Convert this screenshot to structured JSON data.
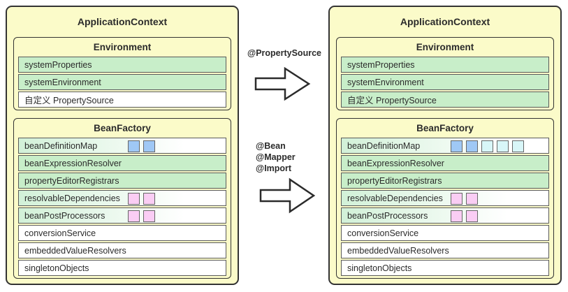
{
  "colors": {
    "panel_bg": "#FBFBC9",
    "box_border": "#333333",
    "row_green": "#C8EEC9",
    "row_gradient_from": "#D2F1D8",
    "chip_blue": "#9FC8F5",
    "chip_cyan": "#D8F6F8",
    "chip_pink": "#FACDF4",
    "text": "#2B2B2B"
  },
  "arrows": [
    {
      "label_lines": [
        "@PropertySource"
      ]
    },
    {
      "label_lines": [
        "@Bean",
        "@Mapper",
        "@Import"
      ]
    }
  ],
  "panels": [
    {
      "title": "ApplicationContext",
      "environment": {
        "title": "Environment",
        "rows": [
          {
            "label": "systemProperties",
            "type": "green",
            "chips": []
          },
          {
            "label": "systemEnvironment",
            "type": "green",
            "chips": []
          },
          {
            "label": "自定义 PropertySource",
            "type": "white",
            "chips": []
          }
        ]
      },
      "beanfactory": {
        "title": "BeanFactory",
        "rows": [
          {
            "label": "beanDefinitionMap",
            "type": "gradient",
            "chips": [
              "blue",
              "blue"
            ]
          },
          {
            "label": "beanExpressionResolver",
            "type": "green",
            "chips": []
          },
          {
            "label": "propertyEditorRegistrars",
            "type": "green",
            "chips": []
          },
          {
            "label": "resolvableDependencies",
            "type": "gradient",
            "chips": [
              "pink",
              "pink"
            ]
          },
          {
            "label": "beanPostProcessors",
            "type": "gradient",
            "chips": [
              "pink",
              "pink"
            ]
          },
          {
            "label": "conversionService",
            "type": "white",
            "chips": []
          },
          {
            "label": "embeddedValueResolvers",
            "type": "white",
            "chips": []
          },
          {
            "label": "singletonObjects",
            "type": "white",
            "chips": []
          }
        ]
      }
    },
    {
      "title": "ApplicationContext",
      "environment": {
        "title": "Environment",
        "rows": [
          {
            "label": "systemProperties",
            "type": "green",
            "chips": []
          },
          {
            "label": "systemEnvironment",
            "type": "green",
            "chips": []
          },
          {
            "label": "自定义 PropertySource",
            "type": "green",
            "chips": []
          }
        ]
      },
      "beanfactory": {
        "title": "BeanFactory",
        "rows": [
          {
            "label": "beanDefinitionMap",
            "type": "gradient",
            "chips": [
              "blue",
              "blue",
              "cyan",
              "cyan",
              "cyan"
            ]
          },
          {
            "label": "beanExpressionResolver",
            "type": "green",
            "chips": []
          },
          {
            "label": "propertyEditorRegistrars",
            "type": "green",
            "chips": []
          },
          {
            "label": "resolvableDependencies",
            "type": "gradient",
            "chips": [
              "pink",
              "pink"
            ]
          },
          {
            "label": "beanPostProcessors",
            "type": "gradient",
            "chips": [
              "pink",
              "pink"
            ]
          },
          {
            "label": "conversionService",
            "type": "white",
            "chips": []
          },
          {
            "label": "embeddedValueResolvers",
            "type": "white",
            "chips": []
          },
          {
            "label": "singletonObjects",
            "type": "white",
            "chips": []
          }
        ]
      }
    }
  ]
}
